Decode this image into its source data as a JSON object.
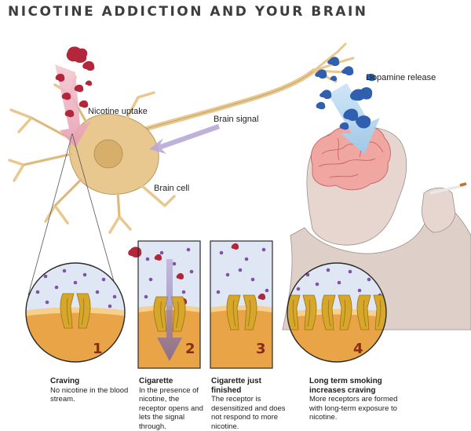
{
  "title": "NICOTINE ADDICTION AND YOUR BRAIN",
  "labels": {
    "nicotine_uptake": "Nicotine uptake",
    "brain_signal": "Brain signal",
    "brain_cell": "Brain cell",
    "dopamine_release": "Dopamine release"
  },
  "panels": [
    {
      "number": "1",
      "heading": "Craving",
      "body": "No nicotine in the blood stream."
    },
    {
      "number": "2",
      "heading": "Cigarette",
      "body": "In the presence of nicotine, the receptor opens and lets the signal through."
    },
    {
      "number": "3",
      "heading": "Cigarette just finished",
      "body": "The receptor is desensitized and does not respond to more nicotine."
    },
    {
      "number": "4",
      "heading": "Long term smoking increases craving",
      "body": "More receptors are formed with long-term exposure to nicotine."
    }
  ],
  "colors": {
    "nicotine": "#b3273a",
    "dopamine": "#2f5fae",
    "neuron": "#e8c88e",
    "membrane": "#e9a447",
    "receptor": "#d6a72a",
    "fluid": "#dfe7f5",
    "number": "#8a2a1a"
  }
}
